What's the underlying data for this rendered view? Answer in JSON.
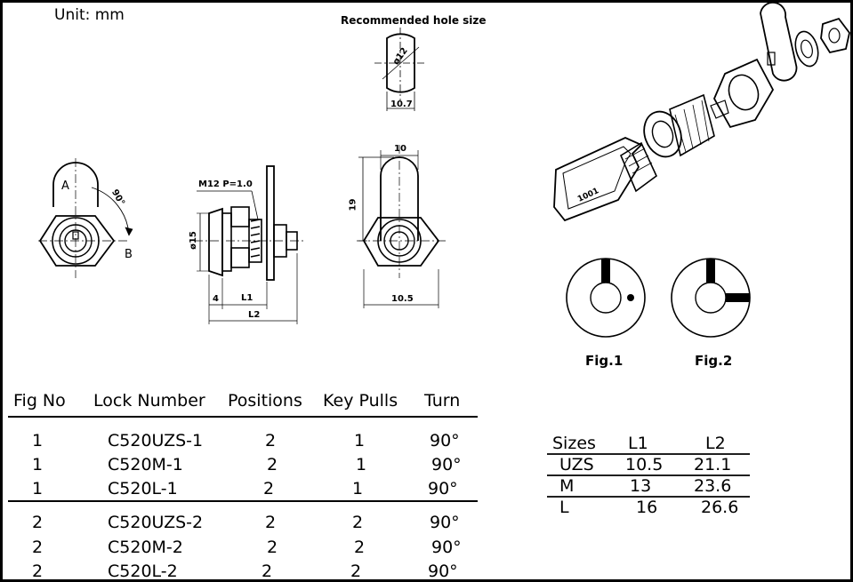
{
  "unit_note": "Unit: mm",
  "hole": {
    "title": "Recommended hole size",
    "diameter": "ø12",
    "width": "10.7"
  },
  "front_view": {
    "label_a": "A",
    "label_b": "B",
    "angle": "90°"
  },
  "side_view": {
    "thread": "M12 P=1.0",
    "diameter": "ø15",
    "dim_4": "4",
    "dim_l1": "L1",
    "dim_l2": "L2"
  },
  "rear_view": {
    "width_top": "10",
    "height": "19",
    "width_bottom": "10.5"
  },
  "key_number": "1001",
  "figures": {
    "fig1": "Fig.1",
    "fig2": "Fig.2"
  },
  "lock_table": {
    "headers": [
      "Fig No",
      "Lock Number",
      "Positions",
      "Key Pulls",
      "Turn"
    ],
    "rows": [
      [
        "1",
        "C520UZS-1",
        "2",
        "1",
        "90°"
      ],
      [
        "1",
        "C520M-1",
        "2",
        "1",
        "90°"
      ],
      [
        "1",
        "C520L-1",
        "2",
        "1",
        "90°"
      ],
      [
        "2",
        "C520UZS-2",
        "2",
        "2",
        "90°"
      ],
      [
        "2",
        "C520M-2",
        "2",
        "2",
        "90°"
      ],
      [
        "2",
        "C520L-2",
        "2",
        "2",
        "90°"
      ]
    ]
  },
  "size_table": {
    "headers": [
      "Sizes",
      "L1",
      "L2"
    ],
    "rows": [
      [
        "UZS",
        "10.5",
        "21.1"
      ],
      [
        "M",
        "13",
        "23.6"
      ],
      [
        "L",
        "16",
        "26.6"
      ]
    ]
  }
}
